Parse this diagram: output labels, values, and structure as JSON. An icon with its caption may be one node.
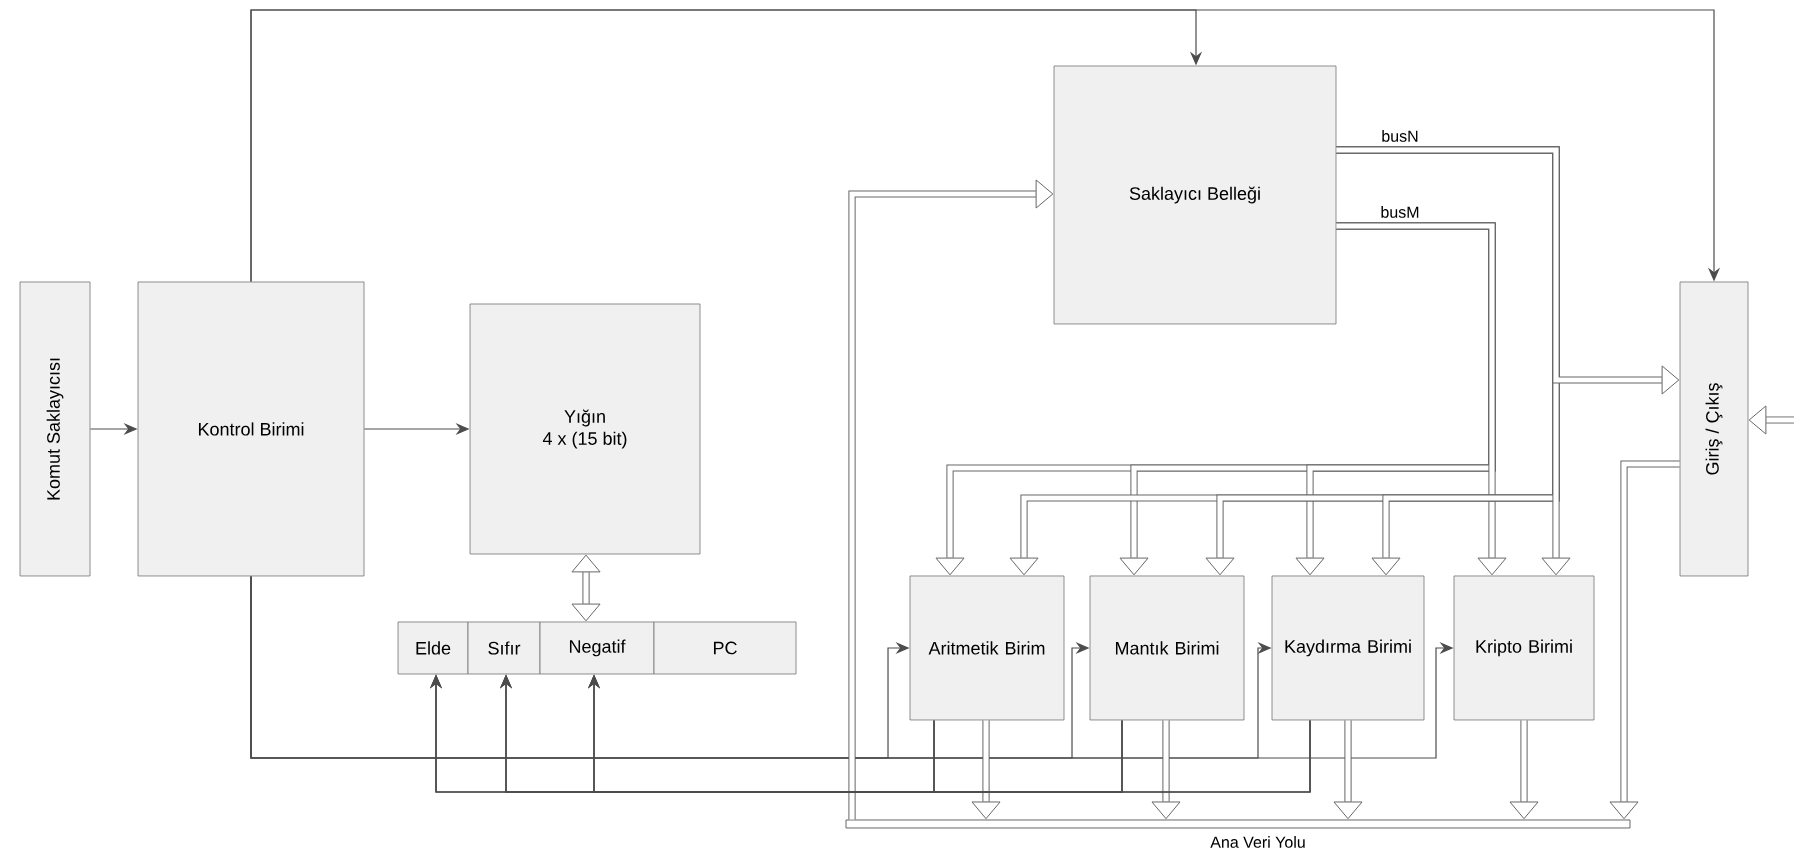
{
  "diagram": {
    "nodes": [
      {
        "text": [
          "Komut Saklayıcısı"
        ]
      },
      {
        "text": [
          "Kontrol Birimi"
        ]
      },
      {
        "text": [
          "Yığın",
          "4 x (15 bit)"
        ]
      },
      {
        "text": [
          "Elde"
        ]
      },
      {
        "text": [
          "Sıfır"
        ]
      },
      {
        "text": [
          "Negatif"
        ]
      },
      {
        "text": [
          "PC"
        ]
      },
      {
        "text": [
          "Saklayıcı Belleği"
        ]
      },
      {
        "text": [
          "Aritmetik Birim"
        ]
      },
      {
        "text": [
          "Mantık Birimi"
        ]
      },
      {
        "text": [
          "Kaydırma Birimi"
        ]
      },
      {
        "text": [
          "Kripto Birimi"
        ]
      },
      {
        "text": [
          "Giriş / Çıkış"
        ]
      },
      {
        "text": [
          "Ana Veri Yolu"
        ]
      }
    ],
    "edges": [
      {
        "from": 0,
        "to": 1,
        "arrow": "to"
      },
      {
        "from": 1,
        "to": 2,
        "arrow": "to"
      },
      {
        "from": 1,
        "to": 7,
        "arrow": "to"
      },
      {
        "from": 1,
        "to": 12,
        "arrow": "to"
      },
      {
        "from": 2,
        "to": 5,
        "arrow": "both",
        "style": "thick"
      },
      {
        "from": 1,
        "to": 8,
        "arrow": "to"
      },
      {
        "from": 1,
        "to": 9,
        "arrow": "to"
      },
      {
        "from": 1,
        "to": 10,
        "arrow": "to"
      },
      {
        "from": 1,
        "to": 11,
        "arrow": "to"
      },
      {
        "from": 7,
        "to": 8,
        "arrow": "to",
        "style": "thick",
        "label": "busM"
      },
      {
        "from": 7,
        "to": 9,
        "arrow": "to",
        "style": "thick"
      },
      {
        "from": 7,
        "to": 10,
        "arrow": "to",
        "style": "thick"
      },
      {
        "from": 7,
        "to": 11,
        "arrow": "to",
        "style": "thick"
      },
      {
        "from": 7,
        "to": 8,
        "arrow": "to",
        "style": "thick",
        "label": "busN"
      },
      {
        "from": 7,
        "to": 9,
        "arrow": "to",
        "style": "thick"
      },
      {
        "from": 7,
        "to": 10,
        "arrow": "to",
        "style": "thick"
      },
      {
        "from": 7,
        "to": 11,
        "arrow": "to",
        "style": "thick"
      },
      {
        "from": 7,
        "to": 12,
        "arrow": "to",
        "style": "thick"
      },
      {
        "from": 8,
        "to": 13,
        "arrow": "to",
        "style": "thick"
      },
      {
        "from": 9,
        "to": 13,
        "arrow": "to",
        "style": "thick"
      },
      {
        "from": 10,
        "to": 13,
        "arrow": "to",
        "style": "thick"
      },
      {
        "from": 11,
        "to": 13,
        "arrow": "to",
        "style": "thick"
      },
      {
        "from": 12,
        "to": 13,
        "arrow": "to",
        "style": "thick"
      },
      {
        "from": 13,
        "to": 7,
        "arrow": "to",
        "style": "thick"
      },
      {
        "from": null,
        "to": 12,
        "arrow": "to",
        "style": "thick"
      },
      {
        "from": 8,
        "to": 3,
        "arrow": "to"
      },
      {
        "from": 8,
        "to": 4,
        "arrow": "to"
      },
      {
        "from": 8,
        "to": 5,
        "arrow": "to"
      },
      {
        "from": 9,
        "to": 3,
        "arrow": "to"
      },
      {
        "from": 9,
        "to": 4,
        "arrow": "to"
      },
      {
        "from": 9,
        "to": 5,
        "arrow": "to"
      },
      {
        "from": 10,
        "to": 3,
        "arrow": "to"
      },
      {
        "from": 10,
        "to": 4,
        "arrow": "to"
      },
      {
        "from": 10,
        "to": 5,
        "arrow": "to"
      }
    ]
  }
}
